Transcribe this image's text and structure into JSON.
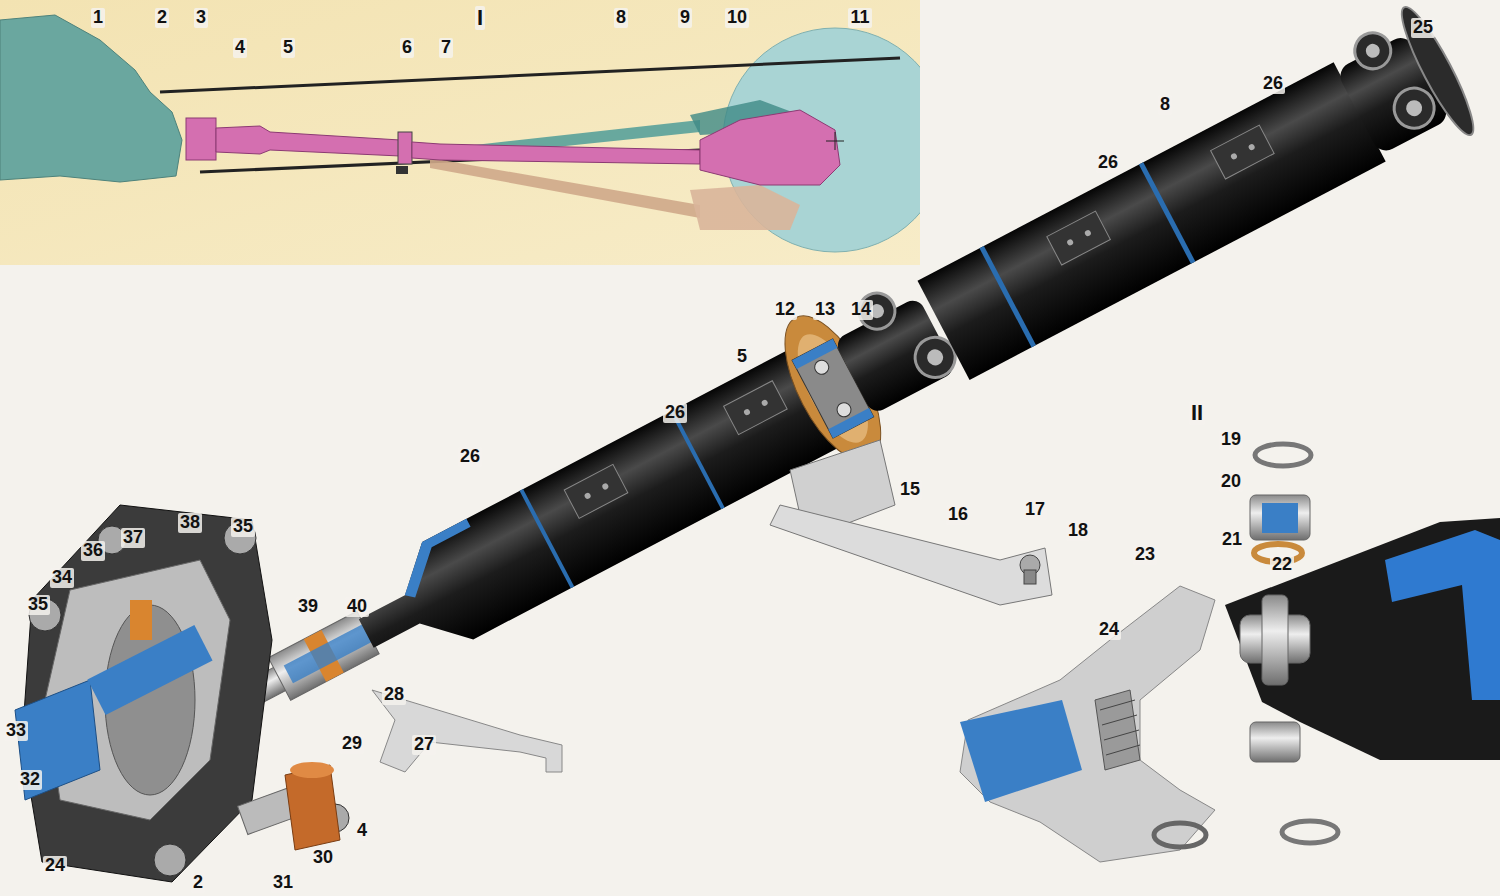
{
  "diagram": {
    "labels": [
      "I",
      "1",
      "2",
      "3",
      "4",
      "5",
      "6",
      "7",
      "8",
      "9",
      "10",
      "11",
      "25",
      "26",
      "8",
      "26",
      "12",
      "13",
      "14",
      "5",
      "II",
      "26",
      "26",
      "19",
      "20",
      "15",
      "16",
      "17",
      "18",
      "35",
      "38",
      "37",
      "36",
      "21",
      "23",
      "22",
      "34",
      "35",
      "39",
      "40",
      "24",
      "28",
      "33",
      "29",
      "27",
      "32",
      "4",
      "30",
      "24",
      "2",
      "31"
    ]
  }
}
